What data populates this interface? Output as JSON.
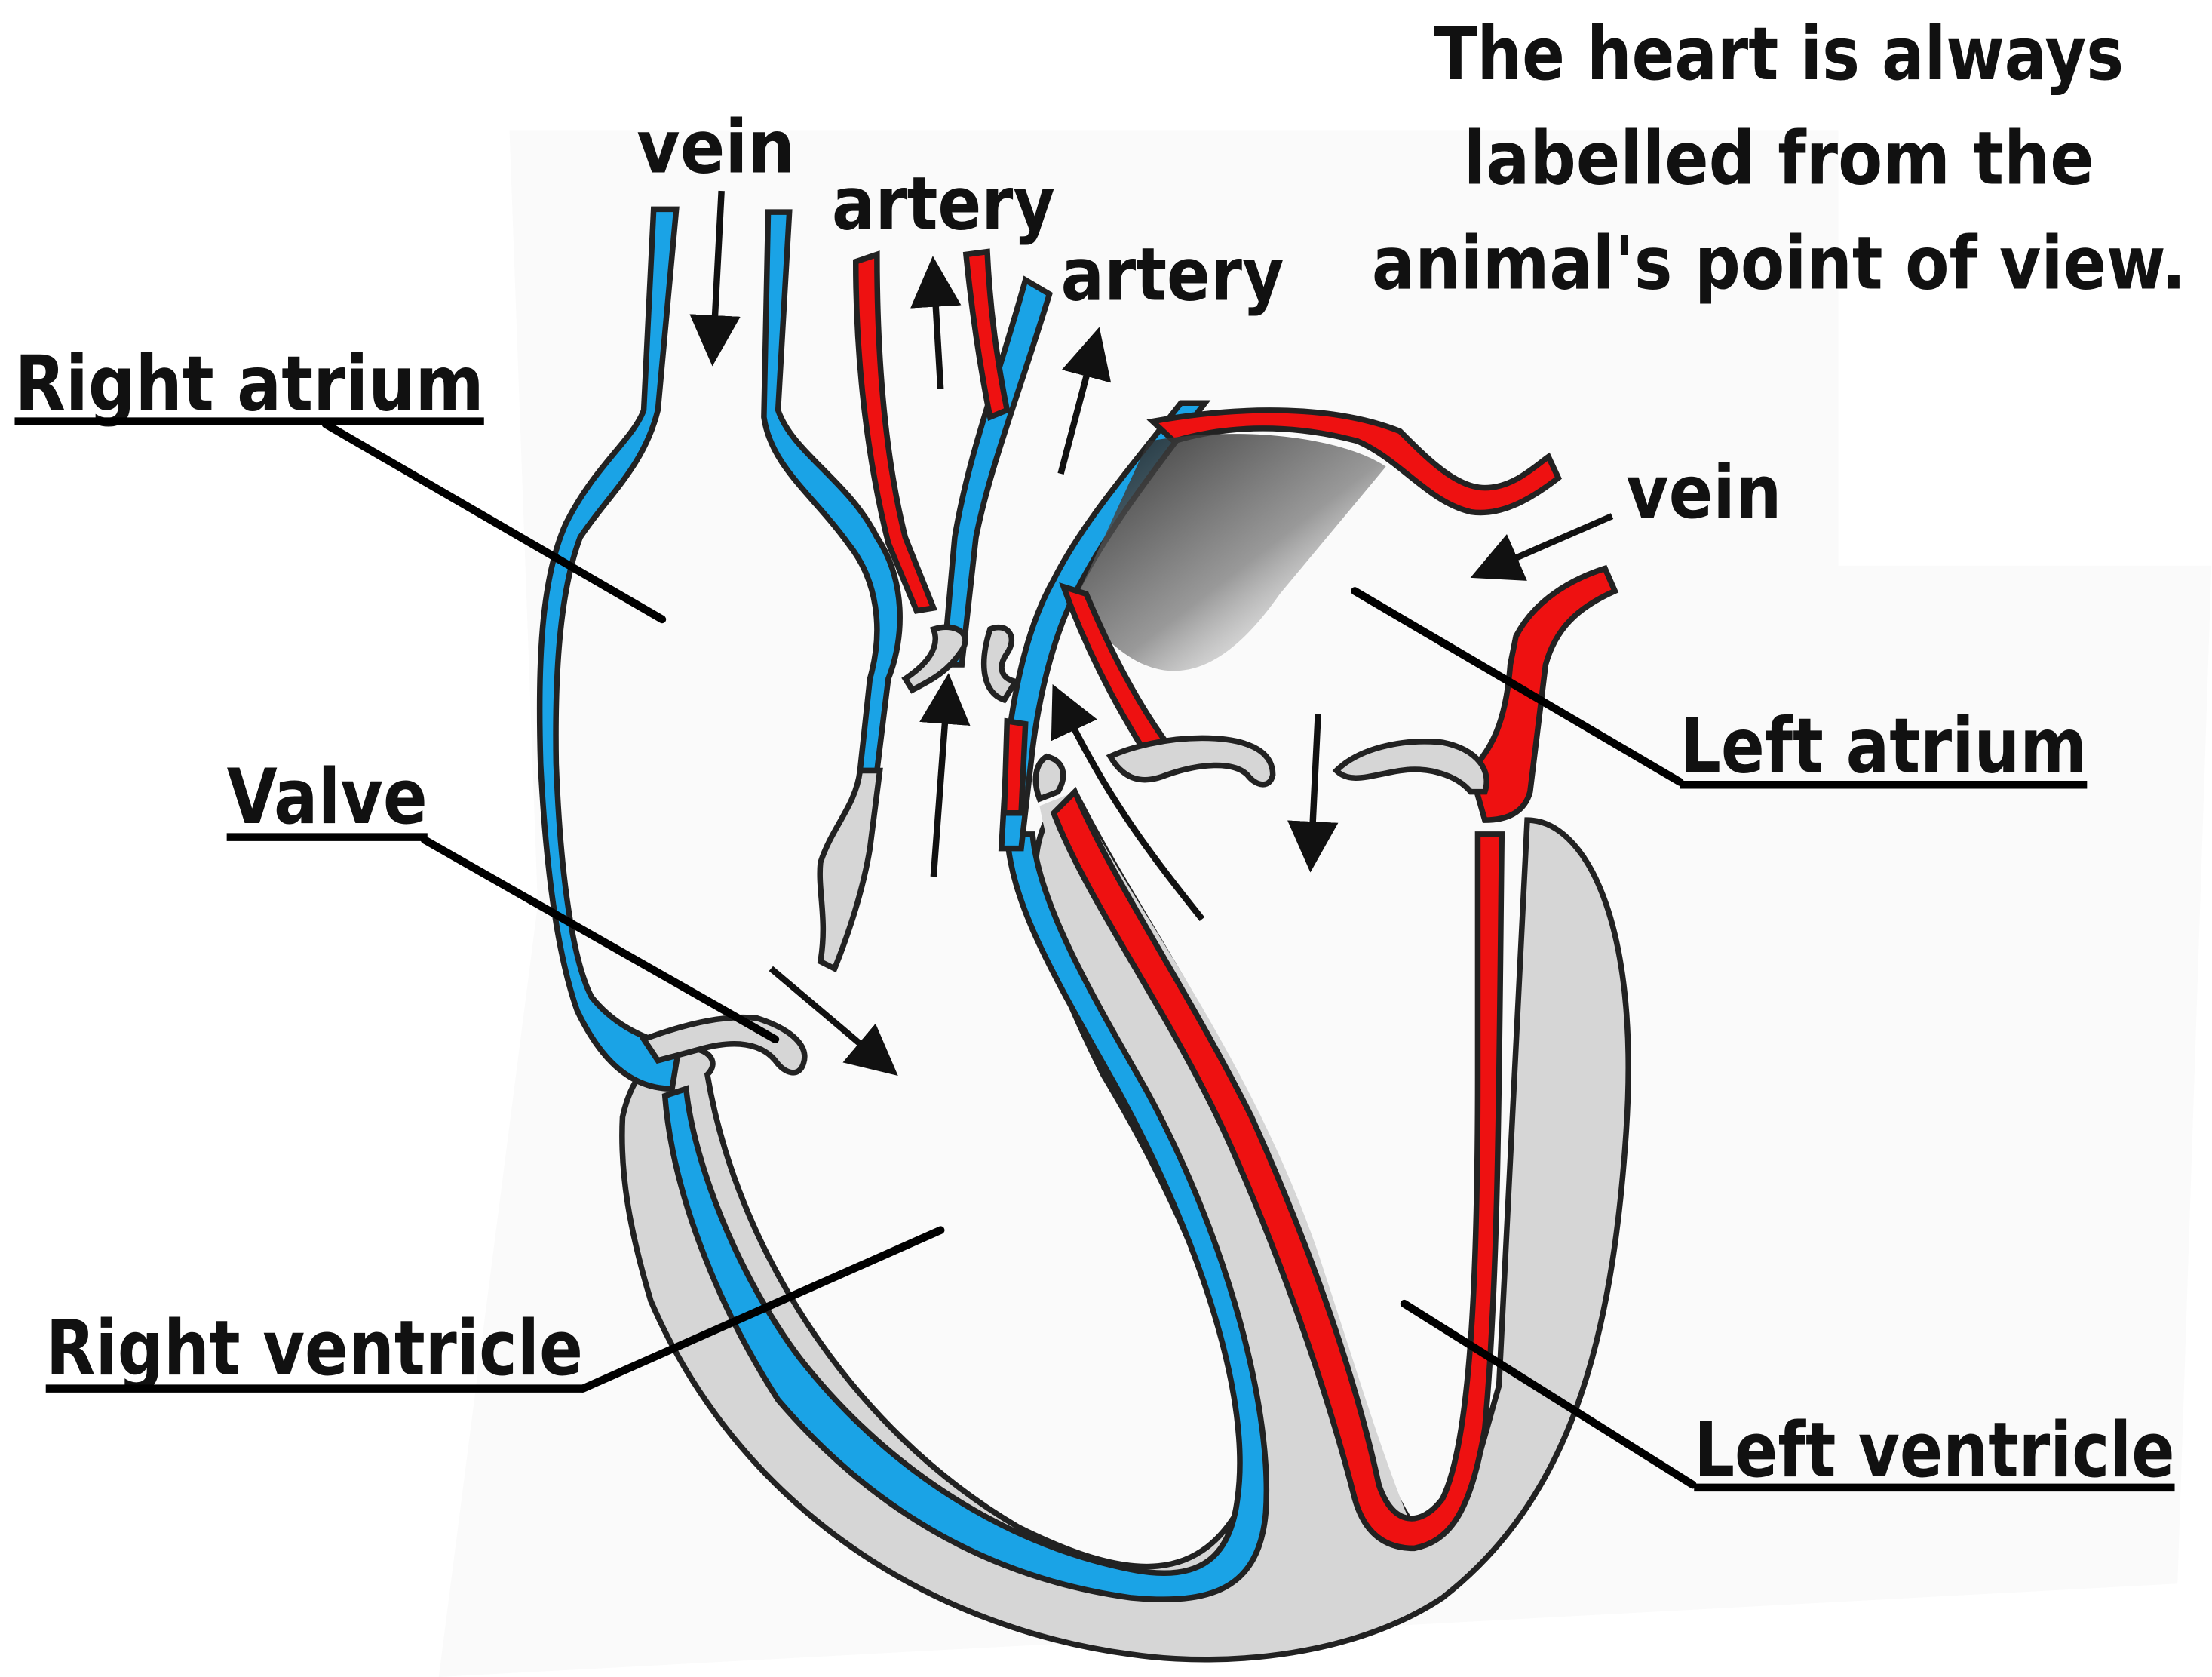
{
  "note": {
    "lines": [
      "The heart is always",
      "labelled from the",
      "animal's point of view."
    ]
  },
  "labels": {
    "right_atrium": "Right atrium",
    "valve": "Valve",
    "right_ventricle": "Right ventricle",
    "left_atrium": "Left atrium",
    "left_ventricle": "Left ventricle",
    "vein_top": "vein",
    "artery_top": "artery",
    "artery_mid": "artery",
    "vein_right": "vein"
  },
  "colors": {
    "deoxygenated_blood": "#1aa3e6",
    "oxygenated_blood": "#ee1111",
    "heart_wall": "#d6d6d6",
    "line": "#000000"
  }
}
